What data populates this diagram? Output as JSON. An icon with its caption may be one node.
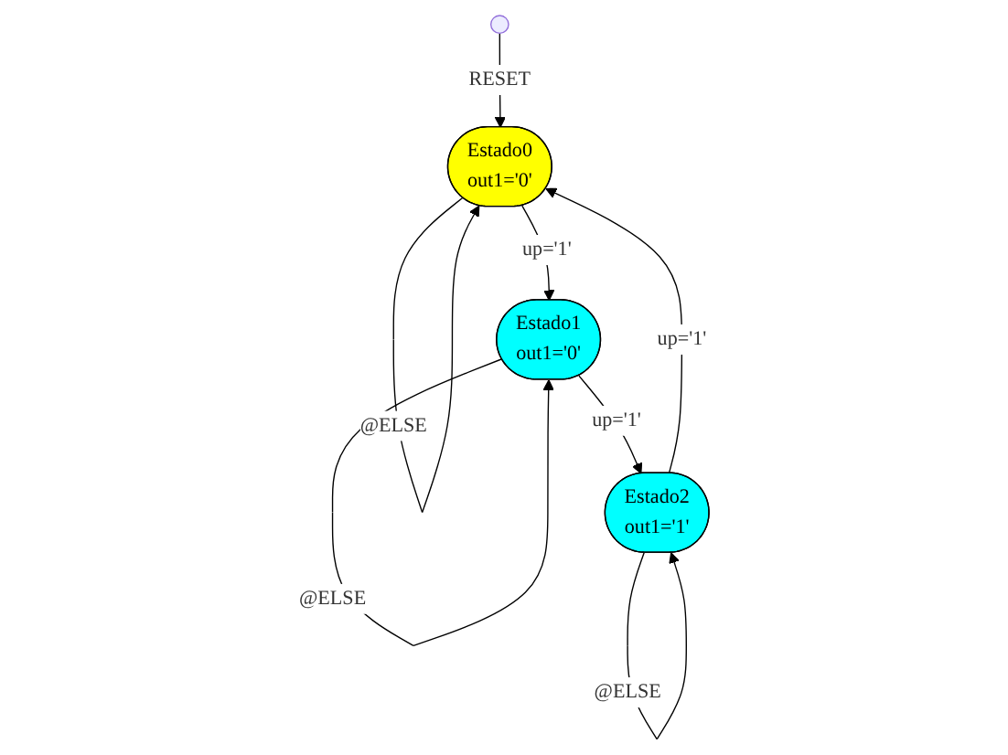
{
  "diagram": {
    "nodes": [
      {
        "text": [],
        "shape": "circle"
      },
      {
        "text": [
          "Estado0",
          "out1='0'"
        ]
      },
      {
        "text": [
          "Estado1",
          "out1='0'"
        ]
      },
      {
        "text": [
          "Estado2",
          "out1='1'"
        ]
      }
    ],
    "edges": [
      {
        "from": 0,
        "to": 1,
        "arrow": "to",
        "label": "RESET"
      },
      {
        "from": 1,
        "to": 1,
        "arrow": "to",
        "label": "@ELSE"
      },
      {
        "from": 1,
        "to": 2,
        "arrow": "to",
        "label": "up='1'"
      },
      {
        "from": 2,
        "to": 3,
        "arrow": "to",
        "label": "up='1'"
      },
      {
        "from": 3,
        "to": 1,
        "arrow": "to",
        "label": "up='1'"
      },
      {
        "from": 2,
        "to": 2,
        "arrow": "to",
        "label": "@ELSE"
      },
      {
        "from": 3,
        "to": 3,
        "arrow": "to",
        "label": "@ELSE"
      }
    ]
  }
}
